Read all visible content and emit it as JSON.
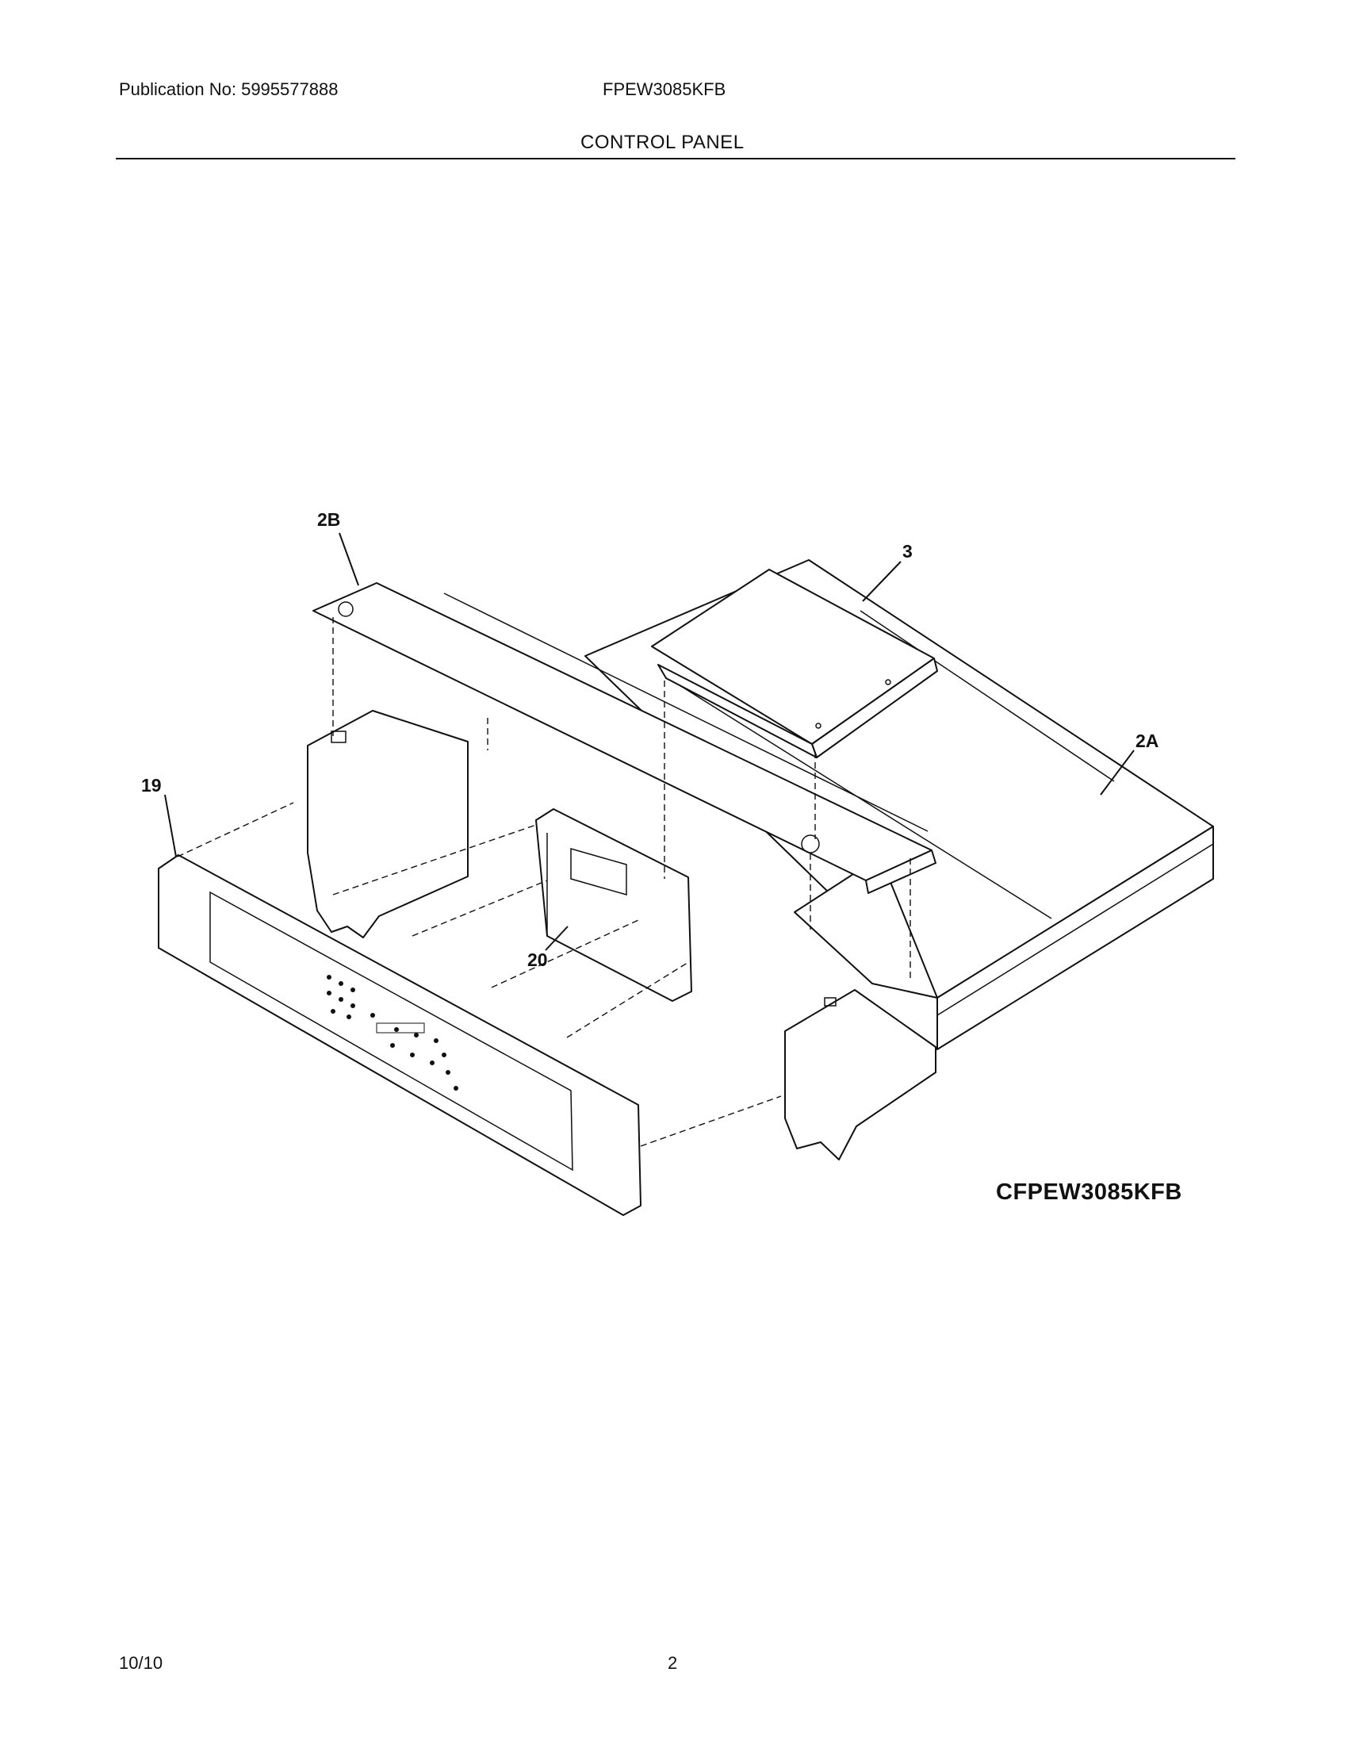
{
  "header": {
    "publication": "Publication No: 5995577888",
    "model": "FPEW3085KFB",
    "section": "CONTROL PANEL"
  },
  "diagram": {
    "callouts": {
      "part_2b": "2B",
      "part_3": "3",
      "part_2a": "2A",
      "part_19": "19",
      "part_20": "20"
    },
    "drawing_code": "CFPEW3085KFB"
  },
  "footer": {
    "date": "10/10",
    "page": "2"
  }
}
